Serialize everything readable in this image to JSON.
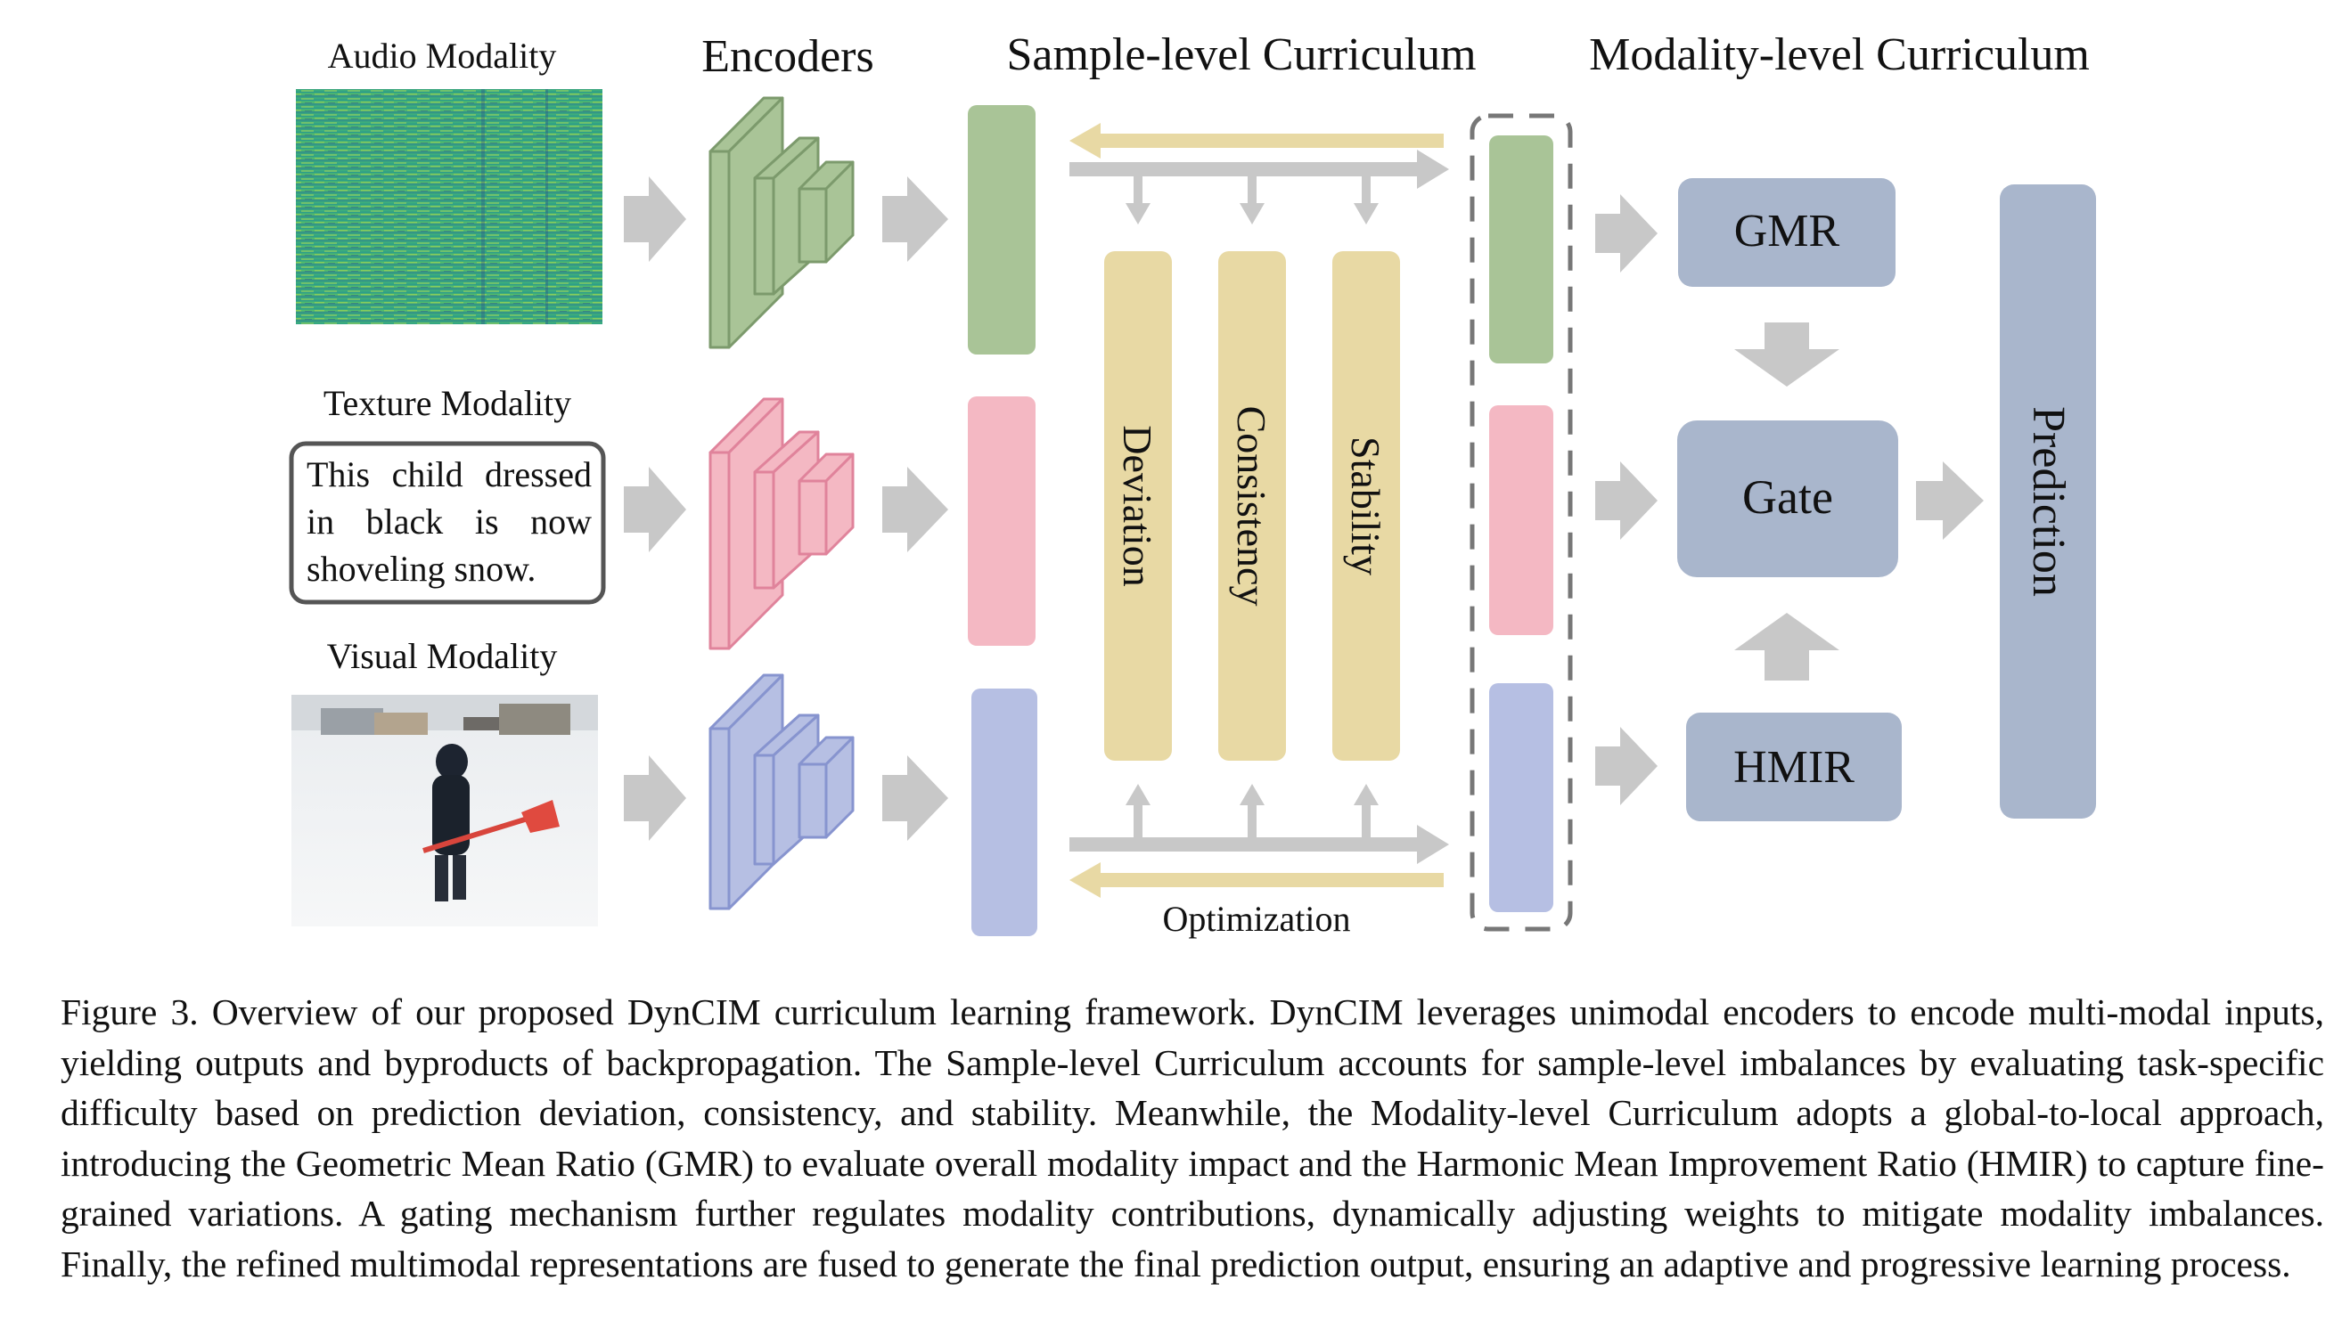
{
  "headers": {
    "audio_modality": "Audio Modality",
    "encoders": "Encoders",
    "sample_curriculum": "Sample-level Curriculum",
    "modality_curriculum": "Modality-level Curriculum",
    "texture_modality": "Texture Modality",
    "visual_modality": "Visual Modality"
  },
  "text_input": "This child dressed in black is now shoveling snow.",
  "metrics": {
    "deviation": "Deviation",
    "consistency": "Consistency",
    "stability": "Stability"
  },
  "optimization_label": "Optimization",
  "modality_blocks": {
    "gmr": "GMR",
    "gate": "Gate",
    "hmir": "HMIR",
    "prediction": "Prediction"
  },
  "colors": {
    "audio_green": "#a9c497",
    "text_pink": "#f4b8c3",
    "visual_blue": "#b6bfe3",
    "metric_yellow": "#e8d9a4",
    "block_blue_gray": "#a9b6cc",
    "arrow_gray": "#c8c8c8"
  },
  "caption": "Figure 3.  Overview of our proposed DynCIM curriculum learning framework.  DynCIM leverages unimodal encoders to encode multi-modal inputs, yielding outputs and byproducts of backpropagation.  The Sample-level Curriculum accounts for sample-level imbalances by evaluating task-specific difficulty based on prediction deviation, consistency, and stability.  Meanwhile, the Modality-level Curriculum adopts a global-to-local approach, introducing the Geometric Mean Ratio (GMR) to evaluate overall modality impact and the Harmonic Mean Improvement Ratio (HMIR) to capture fine-grained variations.  A gating mechanism further regulates modality contributions, dynamically adjusting weights to mitigate modality imbalances. Finally, the refined multimodal representations are fused to generate the final prediction output, ensuring an adaptive and progressive learning process."
}
